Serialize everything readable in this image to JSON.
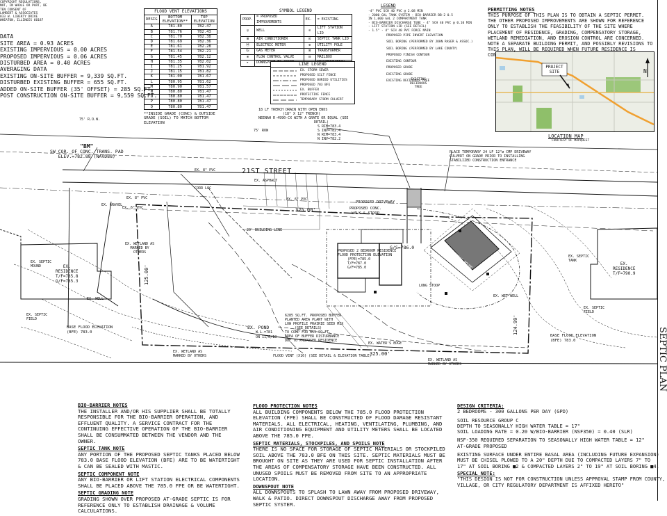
{
  "corner_text": [
    "COPYRIGHT REGULATIONS,",
    "NOT, IN WHOLE OR PART, BE",
    "TEN CONSENT OF",
    "LAMBERT & ASSOCIATES",
    "833 W. LIBERTY DRIVE",
    "WHEATON, ILLINOIS 60187"
  ],
  "site_data": {
    "heading": "DATA",
    "lines": [
      "SITE AREA = 0.93 ACRES",
      "EXISTING IMPERVIOUS = 0.00 ACRES",
      "PROPOSED IMPERVIOUS = 0.06 ACRES",
      "DISTURBED AREA = 0.40 ACRES"
    ]
  },
  "averaging": {
    "heading": "AVERAGING DATA",
    "lines": [
      "EXISTING ON-SITE BUFFER = 9,339 SQ.FT.",
      "DISTURBED EXISTING BUFFER = 655 SQ.FT.",
      "ADDED ON-SITE BUFFER (35' OFFSET) = 285 SQ.FT.",
      "POST CONSTRUCTION ON-SITE BUFFER = 9,559 SQ.FT."
    ]
  },
  "flood_table": {
    "title": "FLOOD VENT ELEVATIONS",
    "headers": [
      "DESIG",
      "BOTTOM ELEVATION**",
      "TOP ELEVATION"
    ],
    "rows": [
      [
        "A",
        "781.80",
        "782.47"
      ],
      [
        "B",
        "781.76",
        "782.43"
      ],
      [
        "C",
        "781.70",
        "782.38"
      ],
      [
        "D",
        "781.69",
        "782.36"
      ],
      [
        "E",
        "781.61",
        "782.28"
      ],
      [
        "F",
        "781.54",
        "782.21"
      ],
      [
        "G",
        "781.45",
        "782.12"
      ],
      [
        "H",
        "781.35",
        "782.02"
      ],
      [
        "I",
        "781.25",
        "781.92"
      ],
      [
        "J",
        "781.15",
        "781.82"
      ],
      [
        "K",
        "781.00",
        "781.67"
      ],
      [
        "L",
        "780.95",
        "781.62"
      ],
      [
        "M",
        "780.90",
        "781.57"
      ],
      [
        "N",
        "780.80",
        "781.47"
      ],
      [
        "O",
        "780.80",
        "781.47"
      ],
      [
        "P",
        "780.80",
        "781.47"
      ],
      [
        "Q",
        "780.80",
        "781.47"
      ]
    ],
    "note": "**INSIDE GRADE (CONC) & OUTSIDE GRADE (SOIL) TO MATCH BOTTOM ELEVATION"
  },
  "symbol_legend": {
    "title": "SYMBOL LEGEND",
    "headers": [
      "PROP.",
      "= PROPOSED IMPROVEMENTS",
      "EX.",
      "= EXISTING"
    ],
    "rows": [
      [
        "WELL",
        "LIFT STATION LID"
      ],
      [
        "AIR CONDITIONER",
        "SEPTIC TANK LID"
      ],
      [
        "ELECTRIC METER",
        "UTILITY POLE"
      ],
      [
        "GAS METER",
        "TRANSFORMER"
      ],
      [
        "FLOW CONTROL VALVE",
        "MAILBOX"
      ],
      [
        "DOWNSPOUT TO GRADE",
        "MONUMENTATION"
      ]
    ]
  },
  "line_legend": {
    "title": "LINE LEGEND",
    "items": [
      "EX. STORM SEWER",
      "PROPOSED SILT FENCE",
      "PROPOSED BURIED UTILITIES",
      "PROPOSED 783 BFE",
      "EX. BUFFER",
      "PROTECTIVE FENCE",
      "TEMPORARY STORM CULVERT"
    ]
  },
  "legend": {
    "title": "LEGEND",
    "items": [
      "-4\" PVC SCH 40 PVC @ 2.08 MIN",
      "- 2000 GAL TANK SYSTEM - BIO-BARRIER BB-2 0.5",
      "  IN 1,000 GAL 2 COMPARTMENT TANK",
      "- BIO-BARRIER DISCHARGE TUBE - 4\" SCH 40 PVC @ 0.10 MIN",
      "- LIFT STATION LID (SEE DETAIL)",
      "- 1.5\" - 4\" SCH 40 PVC FORCE MAIN",
      "PROPOSED PIPE INVERT ELEVATION",
      "SOIL BORING (PERFORMED BY JOHN RASER & ASSOC.)",
      "SOIL BORING (PERFORMED BY LAKE COUNTY)",
      "PROPOSED FINISH CONTOUR",
      "EXISTING CONTOUR",
      "PROPOSED GRADE",
      "EXISTING GRADE",
      "EXISTING DECIDUOUS TREE"
    ]
  },
  "permitting": {
    "heading": "PERMITTING NOTES",
    "text": "THIS PURPOSE OF THIS PLAN IS TO OBTAIN A SEPTIC PERMIT. THE OTHER PROPOSED IMPROVEMENTS ARE SHOWN FOR REFERENCE ONLY TO ESTABLISH THE FEASIBILITY OF THE SITE WHERE PLACEMENT OF RESIDENCE, GRADING, COMPENSATORY STORAGE, WETLAND REMEDIATION, AND EROSION CONTROL ARE CONCERNED. NOTE A SEPARATE BUILDING PERMIT, AND POSSIBLY REVISIONS TO THIS PLAN, WILL BE REQUIRED WHEN FUTURE RESIDENCE IS CONSTRUCTED."
  },
  "location_map": {
    "site_label": "PROJECT SITE",
    "north": "N",
    "title": "LOCATION MAP",
    "credit": "COURTESY OF MAPQUEST"
  },
  "plan_labels": {
    "street": "21ST STREET",
    "bm_title": "\"BM\"",
    "bm_text": [
      "SW COR. OF CONC. TRANS. PAD",
      "ELEV.=782.88 (NAVD88)"
    ],
    "trench": [
      "18 LF TRENCH DRAIN WITH OPEN ENDS",
      "(18\" X 12\" TRENCH)",
      "NEENAH R-4990-CX WITH A GRATE OR EQUAL (SEE",
      "DETAIL)",
      "S RIM=783.4",
      "S INV=782.4",
      "N RIM=783.4",
      "N INV=782.2"
    ],
    "culvert": [
      "PLACE TEMPORARY 24 LF 12\"ø CMP DRIVEWAY",
      "CULVERT ON GRADE PRIOR TO INSTALLING",
      "STABILIZED CONSTRUCTION ENTRANCE"
    ],
    "driveway": "PROPOSED DRIVEWAY",
    "walk": [
      "PROPOSED CONC.",
      "WALK & STOOP"
    ],
    "residence": [
      "PROPOSED 2 BEDROOM RESIDENCE",
      "FLOOD PROTECTION ELEVATION",
      "(FPE)=785.0",
      "T/F=787.0",
      "G/F=785.0"
    ],
    "gs": "G/S=786.0",
    "buffer": [
      "6285 SQ.FT. PROPOSED BUFFER",
      "PLANTED AREA PLANT WITH",
      "LOW PROFILE PRAIRIE SEED MIX",
      "(SEE DETAILS)",
      "TO COMP FOR 655 SQ.FT.",
      "AREA OF BUFFER DISTURBANCE",
      "DUE TO PROPOSED RESIDENCE"
    ],
    "pond": [
      "EX. POND",
      "W.L.=781",
      "ON 11/6/18"
    ],
    "flood_vent": "FLOOD VENT (X16) (SEE DETAIL & ELEVATION TABLE)",
    "ex_res_left": [
      "EX.",
      "RESIDENCE",
      "T/F=785.8",
      "G/F=785.3"
    ],
    "ex_res_right": [
      "EX.",
      "RESIDENCE",
      "T/F=790.9"
    ],
    "bfe_left": [
      "BASE FLOOD ELEVATION",
      "(BFE) 783.0"
    ],
    "bfe_right": [
      "BASE FLOOD ELEVATION",
      "(BFE) 783.0"
    ],
    "wetland_left": [
      "EX. WETLAND AS",
      "MARKED BY",
      "OTHERS"
    ],
    "wetland_bottom1": [
      "EX. WETLAND AS",
      "MARKED BY OTHERS"
    ],
    "wetland_bottom2": [
      "EX. WETLAND AS",
      "MARKED BY OTHERS"
    ],
    "waters_edge": "EX. WATER'S EDGE",
    "dim_top": "325.00'",
    "dim_bottom": "325.00'",
    "dim_left": "125.00'",
    "dim_right": "124.99'",
    "building_line": "20' BUILDING LINE",
    "asphalt": "EX. ASPHALT",
    "gravel": "EX. GRAVEL",
    "corr_loc": "CORR LOC",
    "pvc_labels": [
      "EX. 8\" PVC",
      "EX. 8\" PVC",
      "EX. 6\" PVC",
      "EX. 6\" PVC"
    ],
    "row_labels": [
      "75' R.O.W.",
      "75' ROW"
    ],
    "ex_septic_mound": [
      "EX. SEPTIC",
      "MOUND"
    ],
    "ex_septic_left": [
      "EX. SEPTIC",
      "FIELD"
    ],
    "ex_septic_right": [
      "EX. SEPTIC",
      "TANK"
    ],
    "ex_septic_field": [
      "EX. SEPTIC",
      "FIELD"
    ],
    "ex_well": "EX. WELL",
    "ex_wet_well": "EX. WET WELL",
    "tank_label": "SEPTIC MOUND",
    "long_stoop": "LONG STOOP",
    "ex_tree": [
      "EXISTING",
      "DECIDUOUS",
      "TREE"
    ]
  },
  "notes_col1": [
    {
      "heading": "BIO-BARRIER NOTES",
      "text": "THE INSTALLER AND/OR HIS SUPPLIER SHALL BE TOTALLY RESPONSIBLE FOR THE BIO-BARRIER OPERATION, AND EFFLUENT QUALITY. A SERVICE CONTRACT FOR THE CONTINUING EFFECTIVE OPERATION OF THE BIO-BARRIER SHALL BE CONSUMMATED BETWEEN THE VENDOR AND THE OWNER."
    },
    {
      "heading": "SEPTIC TANK NOTE",
      "text": "ANY PORTION OF THE PROPOSED SEPTIC TANKS PLACED BELOW 783.0 BASE FLOOD ELEVATION (BFE) ARE TO BE WATERTIGHT & CAN BE SEALED WITH MASTIC."
    },
    {
      "heading": "SEPTIC COMPONENT NOTE",
      "text": "ANY BIO-BARRIER OR LIFT STATION ELECTRICAL COMPONENTS SHALL BE PLACED ABOVE THE 785.0 FPE OR BE WATERTIGHT."
    },
    {
      "heading": "SEPTIC GRADING NOTE",
      "text": "GRADING SHOWN OVER PROPOSED AT-GRADE SEPTIC IS FOR REFERENCE ONLY TO ESTABLISH DRAINAGE & VOLUME CALCULATIONS."
    }
  ],
  "notes_col2": [
    {
      "heading": "FLOOD PROTECTION NOTES",
      "text": "ALL BUILDING COMPONENTS BELOW THE 785.0 FLOOD PROTECTION ELEVATION (FPE) SHALL BE CONSTRUCTED OF FLOOD DAMAGE RESISTANT MATERIALS. ALL ELECTRICAL, HEATING, VENTILATING, PLUMBING, AND AIR CONDITIONING EQUIPMENT AND UTILITY METERS SHALL BE LOCATED ABOVE THE 785.0 FPE."
    },
    {
      "heading": "SEPTIC MATERIALS, STOCKPILES, AND SPOILS NOTE",
      "text": "THERE IS NO SPACE FOR STORAGE OF SEPTIC MATERIALS OR STOCKPILED SOIL ABOVE THE 783.0 BFE ON THIS SITE. SEPTIC MATERIALS MUST BE BROUGHT ON SITE AS THEY ARE USED FOR SEPTIC INSTALLATION AFTER THE AREAS OF COMPENSATORY STORAGE HAVE BEEN CONSTRUCTED. ALL UNUSED SPOILS MUST BE REMOVED FROM SITE TO AN APPROPRIATE LOCATION."
    },
    {
      "heading": "DOWNSPOUT NOTE",
      "text": "ALL DOWNSPOUTS TO SPLASH TO LAWN AWAY FROM PROPOSED DRIVEWAY, WALK & PATIO. DIRECT DOWNSPOUT DISCHARGE AWAY FROM PROPOSED SEPTIC SYSTEM."
    }
  ],
  "design": {
    "heading": "DESIGN CRITERIA:",
    "lines": [
      "2 BEDROOMS - 300 GALLONS PER DAY (GPD)",
      "",
      "SOIL RESOURCE GROUP C",
      "DEPTH TO SEASONALLY HIGH WATER TABLE = 17\"",
      "SOIL LOADING RATE = 0.20 W/BIO-BARRIER (NSF350) = 0.40 (SLR)",
      "",
      "NSF-350 REQUIRED SEPARATION TO SEASONALLY HIGH WATER TABLE = 12\"",
      "AT-GRADE PROPOSED",
      "",
      "EXISTING SURFACE UNDER ENTIRE BASAL AREA (INCLUDING FUTURE EXPANSION)",
      "MUST BE CHISEL PLOWED TO A 20\" DEPTH DUE TO COMPACTED LAYERS 7\" TO",
      "17\" AT SOIL BORING ■2 & COMPACTED LAYERS 2\" TO 19\" AT SOIL BORING ■4."
    ],
    "special_heading": "SPECIAL NOTE:",
    "special_text": [
      "\"THIS DESIGN IS NOT FOR CONSTRUCTION UNLESS APPROVAL STAMP FROM COUNTY,",
      "VILLAGE, OR CITY REGULATORY DEPARTMENT IS AFFIXED HERETO\""
    ]
  },
  "title_block": {
    "vertical_title": "SEPTIC PLAN"
  }
}
